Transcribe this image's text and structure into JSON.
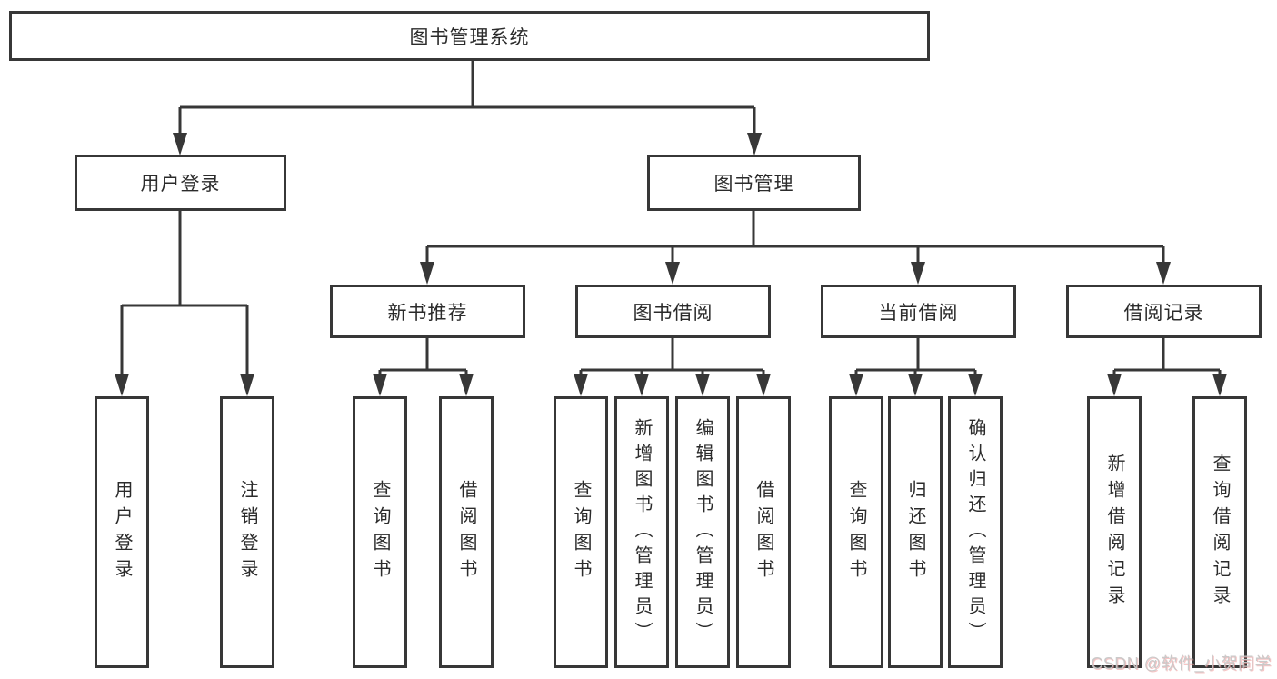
{
  "nodes": {
    "root": "图书管理系统",
    "l2": [
      "用户登录",
      "图书管理"
    ],
    "l3": [
      "新书推荐",
      "图书借阅",
      "当前借阅",
      "借阅记录"
    ],
    "leaves_login": [
      "用户登录",
      "注销登录"
    ],
    "leaves_recommend": [
      "查询图书",
      "借阅图书"
    ],
    "leaves_borrow": [
      "查询图书",
      "新增图书（管理员）",
      "编辑图书（管理员）",
      "借阅图书"
    ],
    "leaves_current": [
      "查询图书",
      "归还图书",
      "确认归还（管理员）"
    ],
    "leaves_records": [
      "新增借阅记录",
      "查询借阅记录"
    ]
  },
  "watermark": {
    "text": "CSDN @软件_小贺同学"
  },
  "colors": {
    "line": "#373737",
    "text": "#2b2b2b",
    "watermark": "#c7c7c7",
    "background": "#ffffff"
  }
}
